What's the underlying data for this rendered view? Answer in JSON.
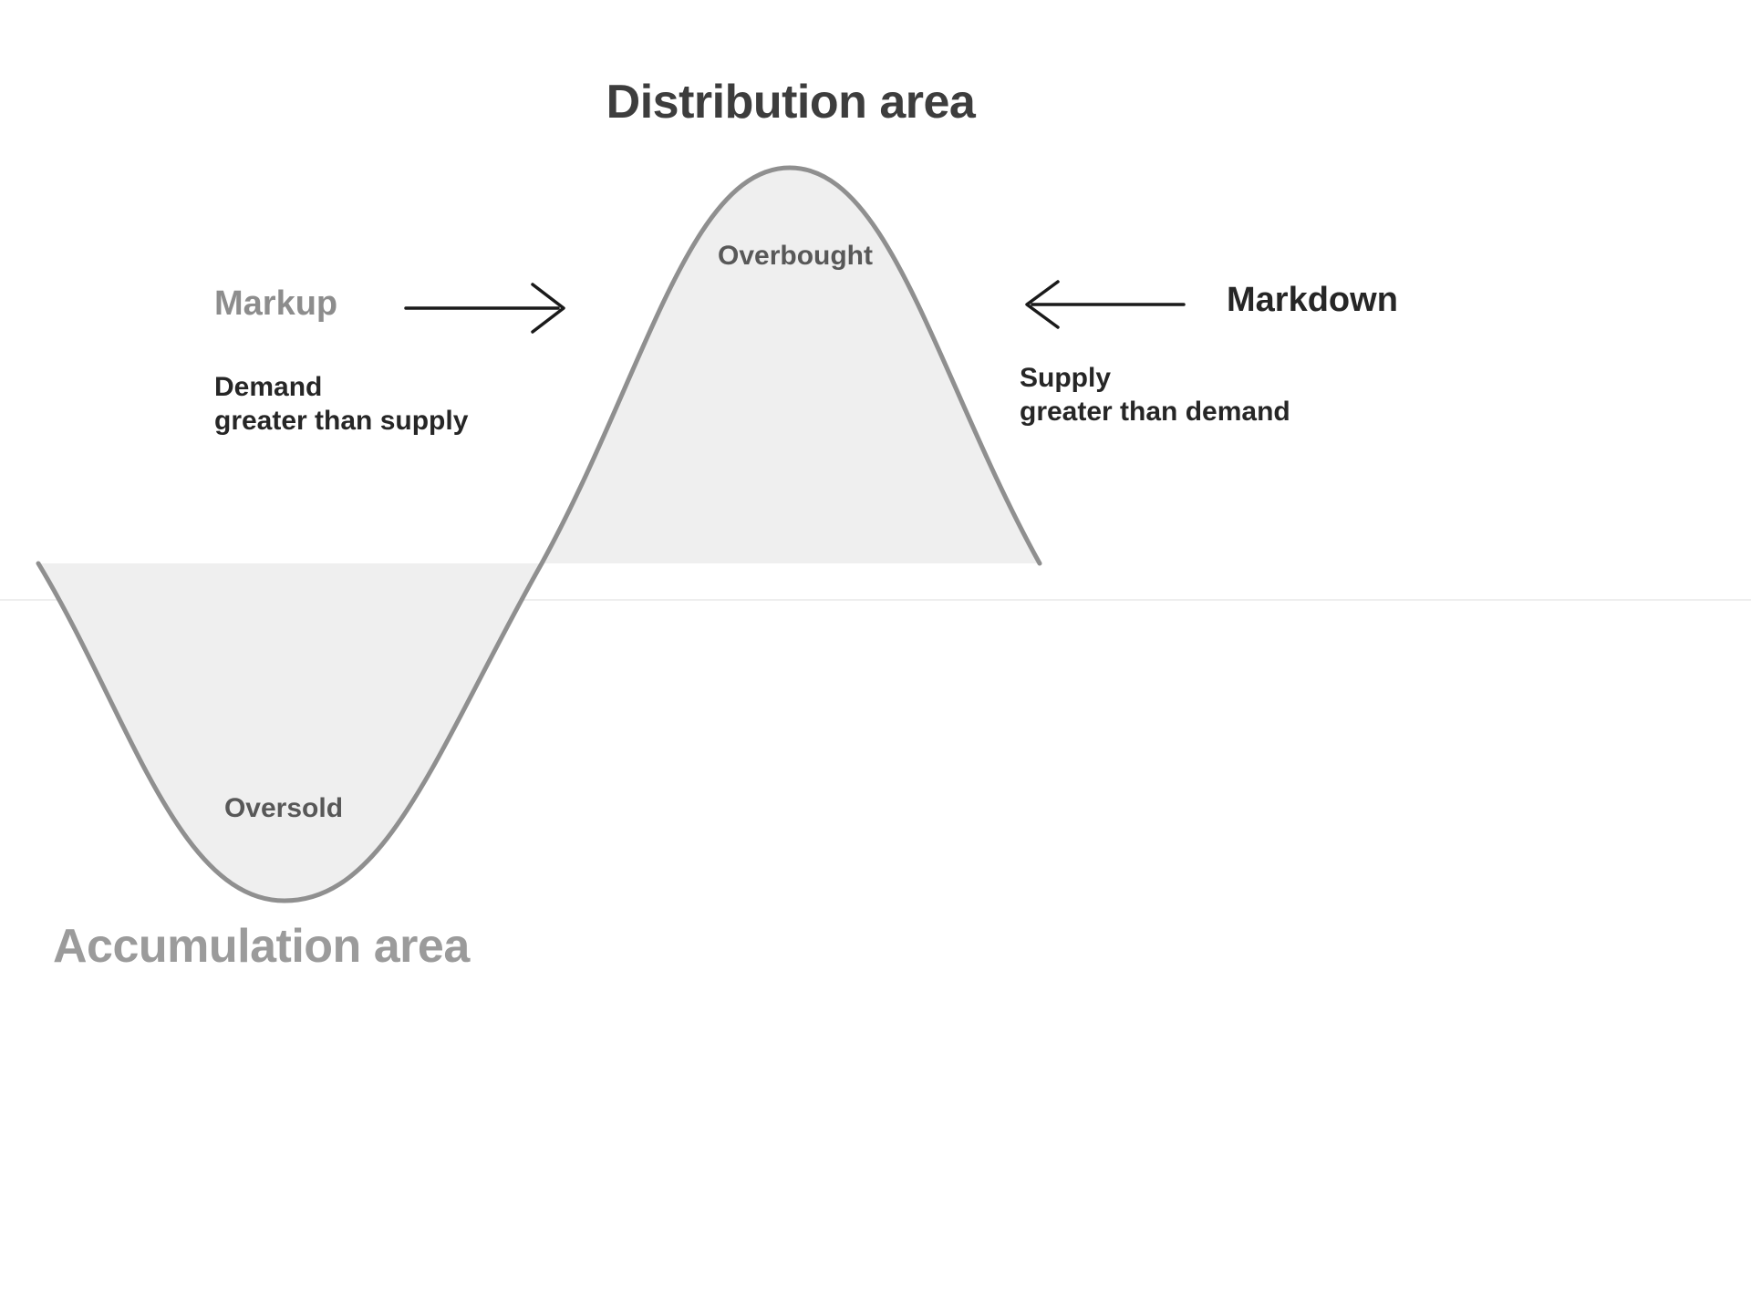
{
  "diagram": {
    "title": "Distribution area",
    "accumulation_label": "Accumulation area",
    "overbought_label": "Overbought",
    "oversold_label": "Oversold",
    "markup_label": "Markup",
    "markdown_label": "Markdown",
    "demand_note": {
      "line1": "Demand",
      "line2": "greater than supply"
    },
    "supply_note": {
      "line1": "Supply",
      "line2": "greater than demand"
    },
    "colors": {
      "area_fill": "#efefef",
      "curve_stroke": "#8f8f8f",
      "baseline_line": "#e8e8e8",
      "arrow": "#1a1a1a",
      "title_text": "#3d3d3d",
      "muted_text": "#9b9b9b",
      "dark_text": "#262626",
      "inner_text": "#585858"
    }
  }
}
